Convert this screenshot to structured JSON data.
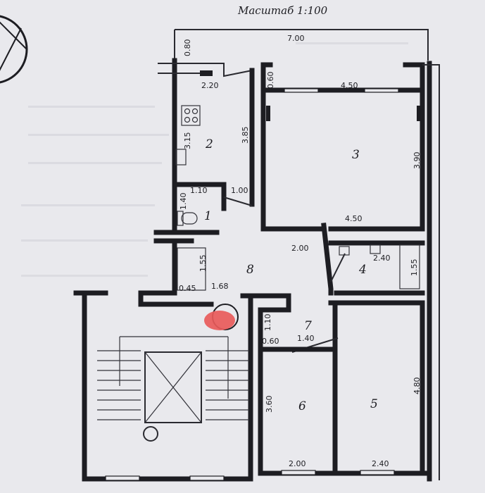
{
  "title": "Масштаб   1:100",
  "rooms": [
    "1",
    "2",
    "3",
    "4",
    "5",
    "6",
    "7",
    "8"
  ],
  "dimensions": {
    "top_width": "7.00",
    "top_side": "0.80",
    "balcony": "2.20",
    "kitchen_side": "3.15",
    "kitchen_depth": "3.85",
    "bath_width": "1.10",
    "bath_depth": "1.40",
    "bath_door": "1.00",
    "room3_side": "0.60",
    "room3_top": "4.50",
    "room3_height": "3.90",
    "room3_bottom": "4.50",
    "hall_width": "2.00",
    "room4_width": "2.40",
    "room4_height": "1.55",
    "hall_depth": "1.55",
    "hall_small": "0.45",
    "hall_length": "1.68",
    "corridor_depth": "1.10",
    "corridor_small": "0.60",
    "corridor_width": "1.40",
    "room6_height": "3.60",
    "room6_width": "2.00",
    "room5_height": "4.80",
    "room5_width": "2.40"
  },
  "colors": {
    "ink": "#1d1d22",
    "paper": "#e9e9ed",
    "marker": "#e85a5a"
  }
}
